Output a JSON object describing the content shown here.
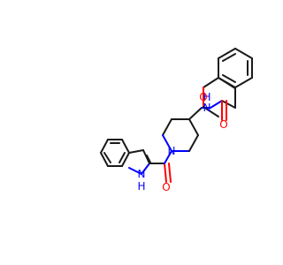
{
  "molecule": {
    "atoms": {
      "amide_n": "N",
      "amide_h": "H",
      "carbonyl_o_right": "O",
      "ether_o": "O",
      "piperidine_n": "N",
      "carbonyl_o_left": "O",
      "indole_n": "N",
      "indole_h": "H"
    },
    "colors": {
      "bond": "#1a1a1a",
      "nitrogen": "#0000ff",
      "oxygen": "#ff0000"
    }
  }
}
